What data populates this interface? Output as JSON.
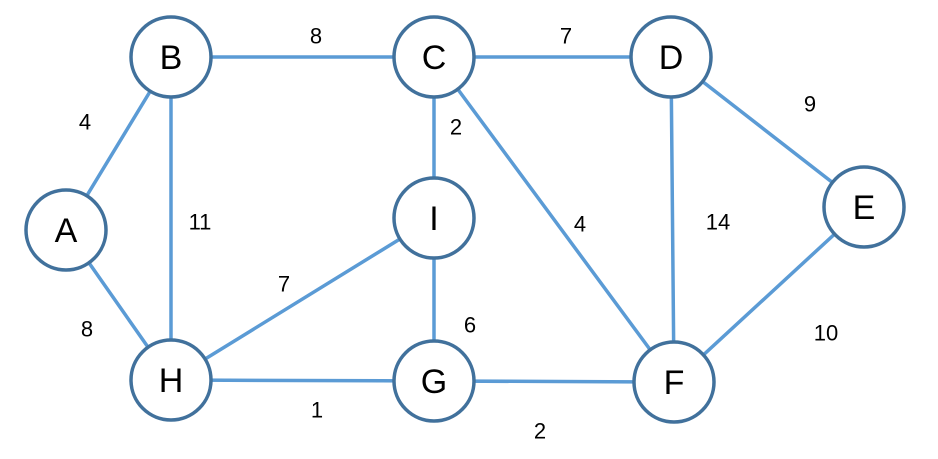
{
  "style": {
    "edge_color": "#5b9bd5",
    "node_stroke": "#41719c",
    "node_fill": "#ffffff",
    "text_color": "#000000"
  },
  "nodes": [
    {
      "id": "A",
      "label": "A"
    },
    {
      "id": "B",
      "label": "B"
    },
    {
      "id": "C",
      "label": "C"
    },
    {
      "id": "D",
      "label": "D"
    },
    {
      "id": "E",
      "label": "E"
    },
    {
      "id": "F",
      "label": "F"
    },
    {
      "id": "G",
      "label": "G"
    },
    {
      "id": "H",
      "label": "H"
    },
    {
      "id": "I",
      "label": "I"
    }
  ],
  "edges": [
    {
      "from": "A",
      "to": "B",
      "weight": "4"
    },
    {
      "from": "A",
      "to": "H",
      "weight": "8"
    },
    {
      "from": "B",
      "to": "C",
      "weight": "8"
    },
    {
      "from": "B",
      "to": "H",
      "weight": "11"
    },
    {
      "from": "C",
      "to": "D",
      "weight": "7"
    },
    {
      "from": "C",
      "to": "I",
      "weight": "2"
    },
    {
      "from": "C",
      "to": "F",
      "weight": "4"
    },
    {
      "from": "D",
      "to": "E",
      "weight": "9"
    },
    {
      "from": "D",
      "to": "F",
      "weight": "14"
    },
    {
      "from": "E",
      "to": "F",
      "weight": "10"
    },
    {
      "from": "I",
      "to": "H",
      "weight": "7"
    },
    {
      "from": "I",
      "to": "G",
      "weight": "6"
    },
    {
      "from": "H",
      "to": "G",
      "weight": "1"
    },
    {
      "from": "G",
      "to": "F",
      "weight": "2"
    }
  ]
}
